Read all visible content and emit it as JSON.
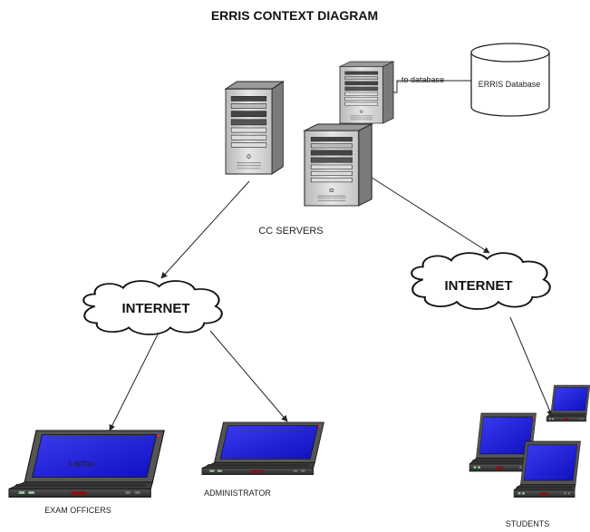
{
  "diagram": {
    "title": "ERRIS CONTEXT DIAGRAM",
    "servers_label": "CC SERVERS",
    "db_connector_label": "..to database",
    "database_label": "ERRIS Database",
    "internet_left_label": "INTERNET",
    "internet_right_label": "INTERNET",
    "laptop_screen_label": "Laptop",
    "exam_officers_label": "EXAM OFFICERS",
    "administrator_label": "ADMINISTRATOR",
    "students_label": "STUDENTS"
  },
  "colors": {
    "laptop_screen": "#2020e0",
    "server_body": "#d8d8d8",
    "outline": "#222222"
  }
}
